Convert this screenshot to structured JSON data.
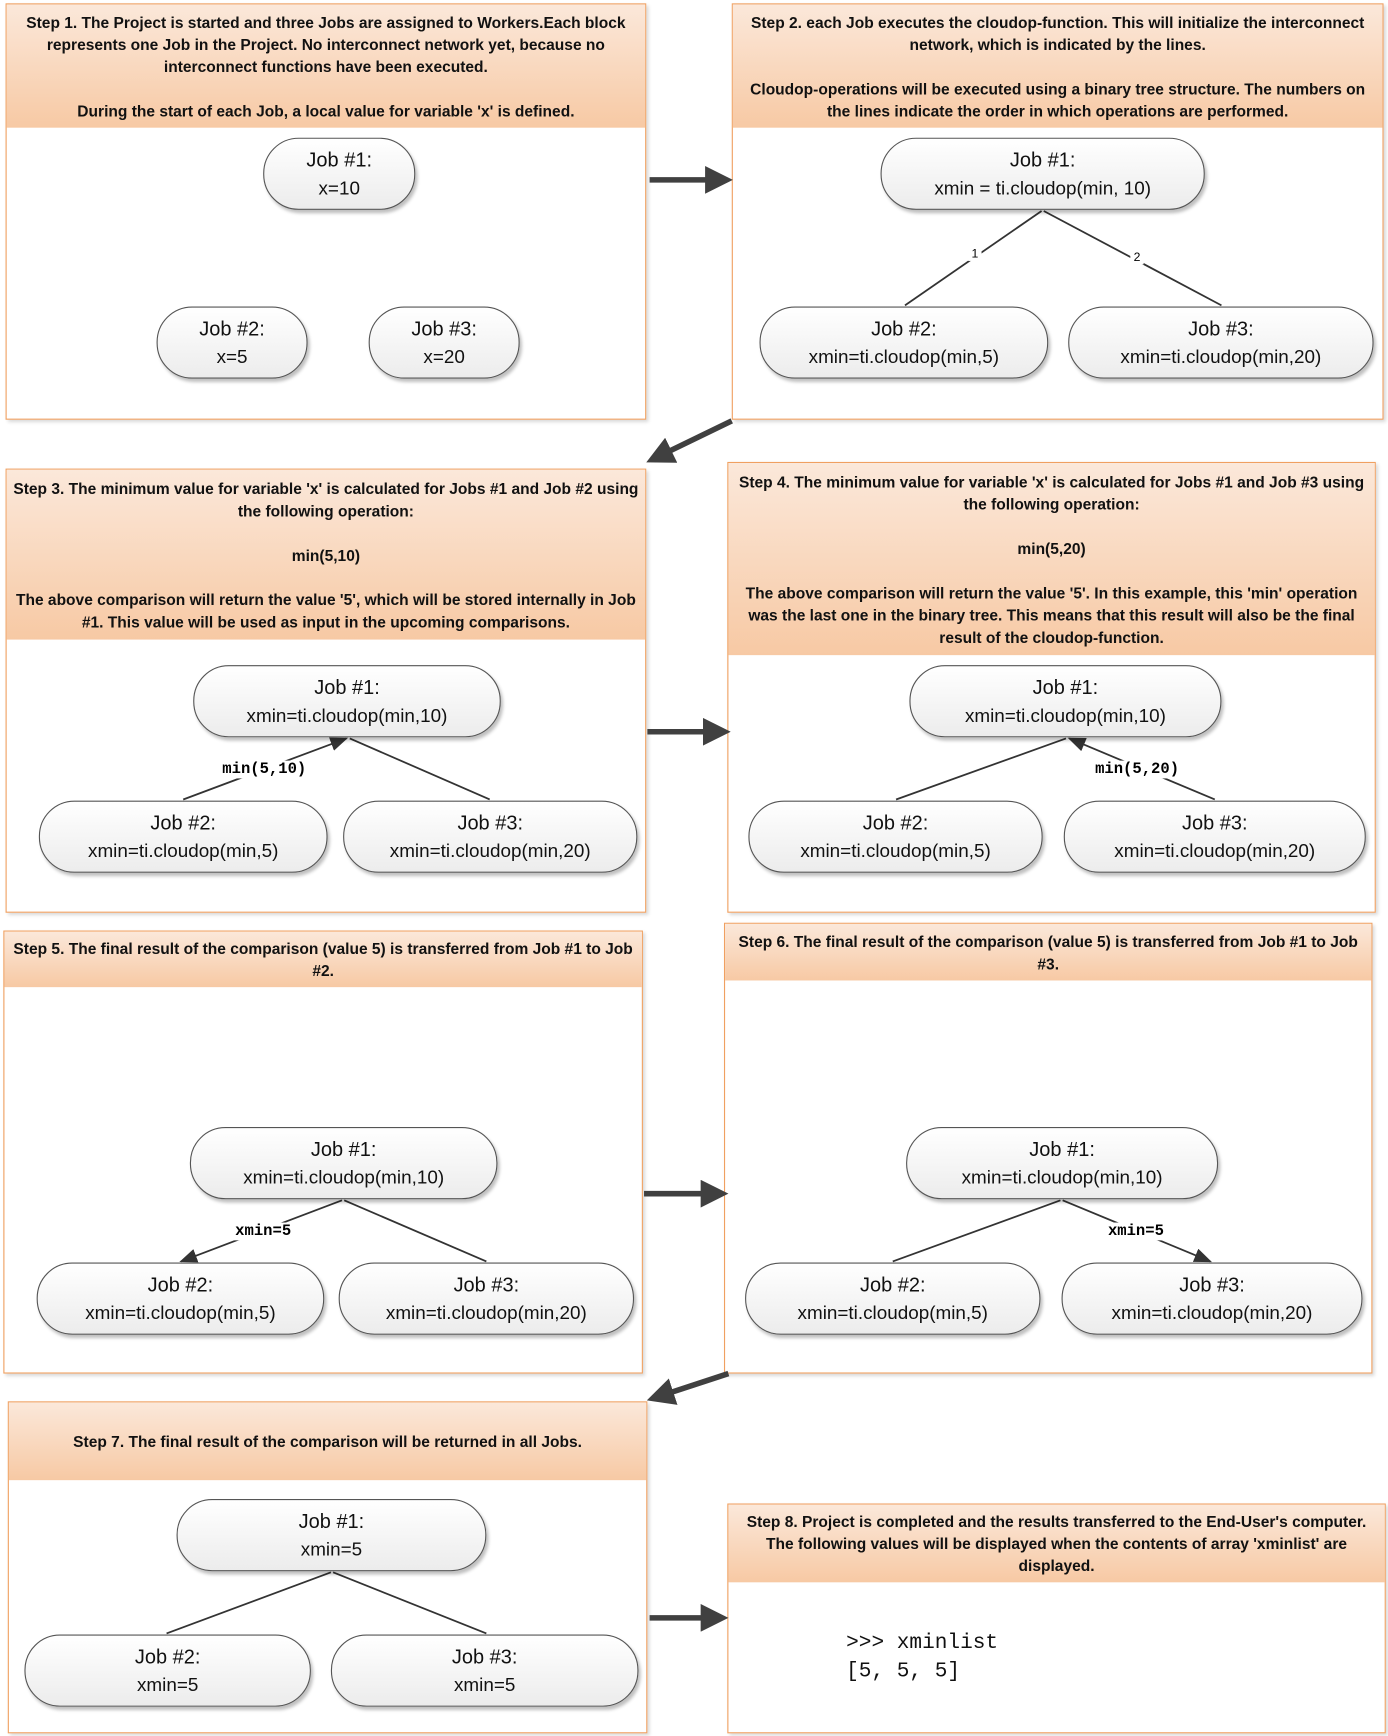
{
  "colors": {
    "panel_border": "#f0a060",
    "header_top": "#fbe8da",
    "header_bottom": "#f7c9a4",
    "arrow": "#404040"
  },
  "steps": [
    {
      "header": "Step 1. The Project is started and three Jobs are assigned to Workers.Each block represents one Job in the Project. No interconnect network yet, because no interconnect functions have been executed.\n\nDuring the start of each Job,  a local value for variable 'x' is defined.",
      "nodes": [
        {
          "l1": "Job #1:",
          "l2": "x=10"
        },
        {
          "l1": "Job #2:",
          "l2": "x=5"
        },
        {
          "l1": "Job #3:",
          "l2": "x=20"
        }
      ]
    },
    {
      "header": "Step 2. each Job executes the cloudop-function. This will initialize the interconnect network, which is indicated by the lines.\n\nCloudop-operations will be executed using a binary tree structure. The numbers on the lines indicate the order in which operations are performed.",
      "nodes": [
        {
          "l1": "Job #1:",
          "l2": "xmin = ti.cloudop(min, 10)"
        },
        {
          "l1": "Job #2:",
          "l2": "xmin=ti.cloudop(min,5)"
        },
        {
          "l1": "Job #3:",
          "l2": "xmin=ti.cloudop(min,20)"
        }
      ],
      "edge_labels": [
        "1",
        "2"
      ]
    },
    {
      "header": "Step 3. The minimum value for variable 'x' is calculated for Jobs #1 and Job #2 using the following operation:\n\nmin(5,10)\n\nThe above comparison will return the value '5', which will be stored internally in Job #1. This value will be used as input in the upcoming comparisons.",
      "nodes": [
        {
          "l1": "Job #1:",
          "l2": "xmin=ti.cloudop(min,10)"
        },
        {
          "l1": "Job #2:",
          "l2": "xmin=ti.cloudop(min,5)"
        },
        {
          "l1": "Job #3:",
          "l2": "xmin=ti.cloudop(min,20)"
        }
      ],
      "edge_label": "min(5,10)"
    },
    {
      "header": "Step 4. The minimum value for variable 'x' is calculated for Jobs #1 and Job #3 using the following operation:\n\nmin(5,20)\n\nThe above comparison will return the value '5'. In this example, this 'min' operation was the last one in the binary tree. This means that this result will also be the final result of the cloudop-function.",
      "nodes": [
        {
          "l1": "Job #1:",
          "l2": "xmin=ti.cloudop(min,10)"
        },
        {
          "l1": "Job #2:",
          "l2": "xmin=ti.cloudop(min,5)"
        },
        {
          "l1": "Job #3:",
          "l2": "xmin=ti.cloudop(min,20)"
        }
      ],
      "edge_label": "min(5,20)"
    },
    {
      "header": "Step 5. The final result of the comparison (value 5) is transferred from Job #1 to Job #2.",
      "nodes": [
        {
          "l1": "Job #1:",
          "l2": "xmin=ti.cloudop(min,10)"
        },
        {
          "l1": "Job #2:",
          "l2": "xmin=ti.cloudop(min,5)"
        },
        {
          "l1": "Job #3:",
          "l2": "xmin=ti.cloudop(min,20)"
        }
      ],
      "edge_label": "xmin=5"
    },
    {
      "header": "Step 6. The final result of the comparison (value 5) is transferred from Job #1 to Job #3.",
      "nodes": [
        {
          "l1": "Job #1:",
          "l2": "xmin=ti.cloudop(min,10)"
        },
        {
          "l1": "Job #2:",
          "l2": "xmin=ti.cloudop(min,5)"
        },
        {
          "l1": "Job #3:",
          "l2": "xmin=ti.cloudop(min,20)"
        }
      ],
      "edge_label": "xmin=5"
    },
    {
      "header": "Step 7. The final result of the comparison will be returned in all Jobs.",
      "nodes": [
        {
          "l1": "Job #1:",
          "l2": "xmin=5"
        },
        {
          "l1": "Job #2:",
          "l2": "xmin=5"
        },
        {
          "l1": "Job #3:",
          "l2": "xmin=5"
        }
      ]
    },
    {
      "header": "Step 8. Project is completed and the results transferred to the End-User's computer. The following values will be displayed when the contents of array 'xminlist' are displayed.",
      "code": ">>> xminlist\n[5, 5, 5]"
    }
  ]
}
